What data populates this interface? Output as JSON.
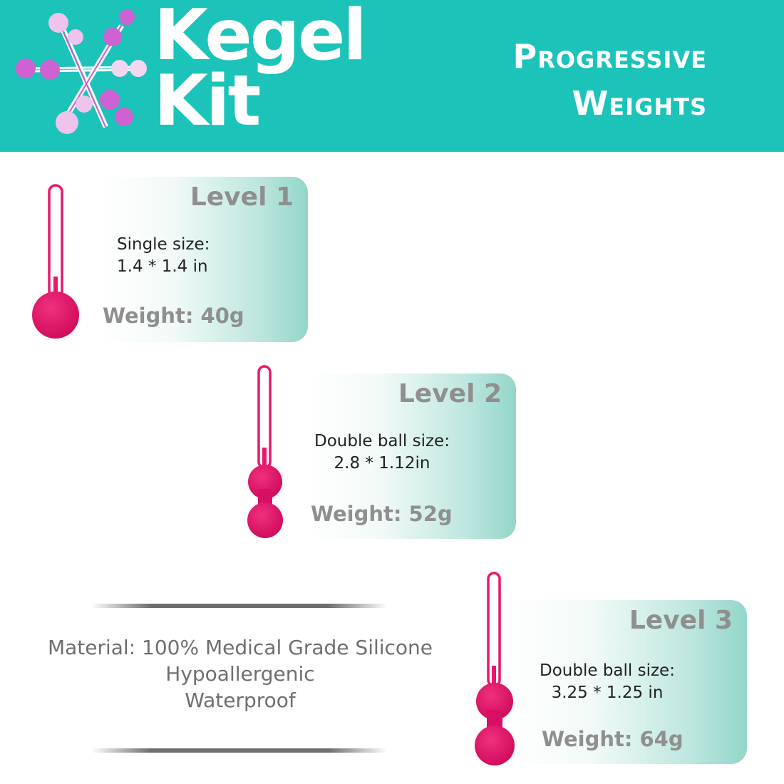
{
  "header": {
    "brand_line1": "Kegel",
    "brand_line2": "Kit",
    "tagline_line1": "Progressive",
    "tagline_line2": "Weights",
    "background_color": "#1cc3b9",
    "logo_icon": "kegel-balls-star-icon"
  },
  "levels": [
    {
      "title": "Level 1",
      "size_label": "Single size:",
      "size_value": "1.4 * 1.4 in",
      "weight": "Weight: 40g",
      "product_icon": "single-kegel-ball-icon"
    },
    {
      "title": "Level 2",
      "size_label": "Double ball size:",
      "size_value": "2.8 * 1.12in",
      "weight": "Weight: 52g",
      "product_icon": "double-kegel-ball-icon"
    },
    {
      "title": "Level 3",
      "size_label": "Double ball size:",
      "size_value": "3.25 * 1.25 in",
      "weight": "Weight: 64g",
      "product_icon": "double-kegel-ball-icon"
    }
  ],
  "material": {
    "line1": "Material: 100% Medical Grade Silicone",
    "line2": "Hypoallergenic",
    "line3": "Waterproof"
  },
  "colors": {
    "product_pink": "#e8186c",
    "card_teal": "#93d6ca",
    "label_gray": "#8f8f8f"
  }
}
